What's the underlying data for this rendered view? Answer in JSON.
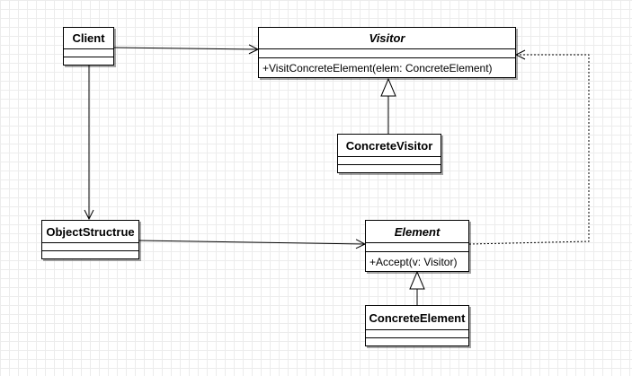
{
  "classes": {
    "client": {
      "name": "Client"
    },
    "visitor": {
      "name": "Visitor",
      "operation": "+VisitConcreteElement(elem: ConcreteElement)"
    },
    "concrete_visitor": {
      "name": "ConcreteVisitor"
    },
    "object_structure": {
      "name": "ObjectStructrue"
    },
    "element": {
      "name": "Element",
      "operation": "+Accept(v: Visitor)"
    },
    "concrete_element": {
      "name": "ConcreteElement"
    }
  }
}
